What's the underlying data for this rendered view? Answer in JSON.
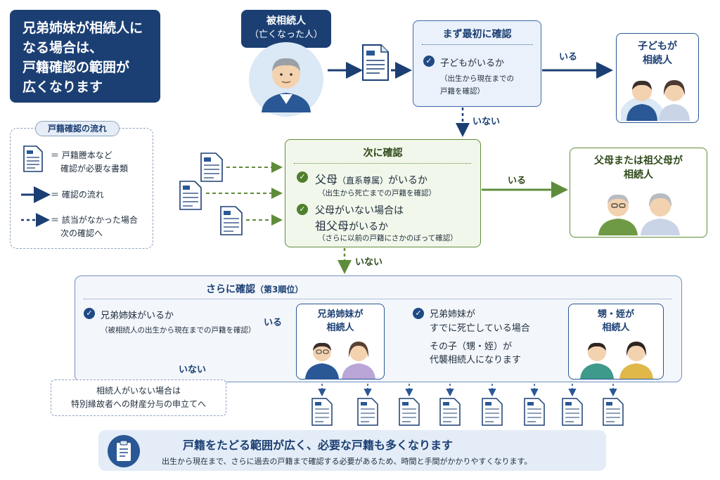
{
  "title_lines": [
    "兄弟姉妹が相続人に",
    "なる場合は、",
    "戸籍確認の範囲が",
    "広くなります"
  ],
  "deceased": {
    "label": "被相続人",
    "sub": "（亡くなった人）"
  },
  "legend": {
    "title": "戸籍確認の流れ",
    "doc_line1": "＝ 戸籍謄本など",
    "doc_line2": "確認が必要な書類",
    "solid_text": "＝ 確認の流れ",
    "dashed_line1": "＝ 該当がなかった場合",
    "dashed_line2": "次の確認へ"
  },
  "first": {
    "head": "まず最初に確認",
    "item": "子どもがいるか",
    "note1": "（出生から現在までの",
    "note2": "戸籍を確認）",
    "yes": "いる",
    "no": "いない"
  },
  "child_heir": {
    "line1": "子どもが",
    "line2": "相続人"
  },
  "second": {
    "head": "次に確認",
    "item1_a": "父母",
    "item1_b": "（直系尊属）",
    "item1_c": "がいるか",
    "item1_note": "（出生から死亡までの戸籍を確認）",
    "item2_a": "父母がいない場合は",
    "item2_b": "祖父母",
    "item2_c": "がいるか",
    "item2_note": "（さらに以前の戸籍にさかのぼって確認）",
    "yes": "いる",
    "no": "いない"
  },
  "parent_heir": {
    "line1": "父母または祖父母が",
    "line2": "相続人"
  },
  "third": {
    "head": "さらに確認",
    "head_sub": "（第3順位）",
    "item1": "兄弟姉妹がいるか",
    "item1_note": "（被相続人の出生から現在までの戸籍を確認）",
    "yes": "いる",
    "no": "いない",
    "item2_line1": "兄弟姉妹が",
    "item2_line2": "すでに死亡している場合",
    "item2_line3": "その子（甥・姪）が",
    "item2_line4": "代襲相続人になります"
  },
  "sibling_heir": {
    "line1": "兄弟姉妹が",
    "line2": "相続人"
  },
  "nephew_heir": {
    "line1": "甥・姪が",
    "line2": "相続人"
  },
  "no_heir": {
    "line1": "相続人がいない場合は",
    "line2": "特別縁故者への財産分与の申立てへ"
  },
  "banner": {
    "headline": "戸籍をたどる範囲が広く、必要な戸籍も多くなります",
    "sub": "出生から現在まで、さらに過去の戸籍まで確認する必要があるため、時間と手間がかかりやすくなります。"
  },
  "colors": {
    "navy": "#1b3f73",
    "blue": "#2a5795",
    "green": "#5f8c3a",
    "light_blue": "#eaf1fa",
    "light_green": "#f1f7ea"
  },
  "icons": [
    "document-icon",
    "check-icon",
    "person-icon",
    "clipboard-icon",
    "arrow-icon"
  ]
}
